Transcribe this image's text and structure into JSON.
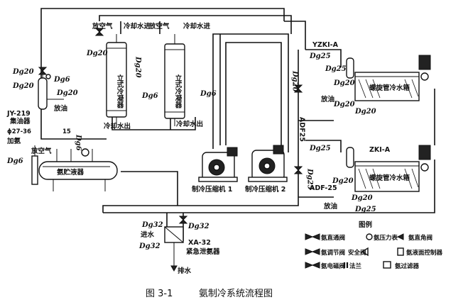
{
  "caption": {
    "number": "图 3-1",
    "title": "氨制冷系统流程图"
  },
  "labels": {
    "air_vent_1": "放空气",
    "water_in_1": "冷却水进",
    "air_vent_2": "放空气",
    "water_in_2": "冷却水进",
    "condenser_1": "立式冷凝器",
    "condenser_2": "立式冷凝器",
    "water_out": "冷却水出",
    "water_out_2": "冷却水出",
    "oil_separator_model": "JY-219",
    "oil_separator": "集油器",
    "oil_drain": "放油",
    "dim_27_36": "ϕ27-36",
    "dim_15": "15",
    "add_ammonia": "加氨",
    "air_vent_3": "放空气",
    "receiver": "氨贮液器",
    "compressor_1": "制冷压缩机 1",
    "compressor_2": "制冷压缩机 2",
    "evaporator_model_1": "YZKI-A",
    "evaporator_model_2": "ZKI-A",
    "evaporator_1": "螺旋管冷水箱",
    "evaporator_2": "螺旋管冷水箱",
    "adf25": "ADF25",
    "adf_25": "ADF-25",
    "drain_oil_1": "放油",
    "drain_oil_2": "放油",
    "water_inlet": "进水",
    "xa_model": "XA-32",
    "emergency_valve": "紧急泄氨器",
    "drain_water": "排水"
  },
  "dg_labels": {
    "d1": "Dg20",
    "d2": "Dg20",
    "d3": "Dg20",
    "d4": "Dg20",
    "d5": "Dg6",
    "d6": "Dg20",
    "d7": "Dg6",
    "d8": "Dg6",
    "d9": "Dg6",
    "d10": "Dg6",
    "d11": "Dg25",
    "d12": "Dg25",
    "d13": "Dg20",
    "d14": "Dg20",
    "d15": "Dg25",
    "d16": "Dg25",
    "d17": "Dg20",
    "d18": "Dg25",
    "d19": "Dg32",
    "d20": "Dg32",
    "d21": "Dg32",
    "d22": "Dg20",
    "d23": "Dg20",
    "d24": "Dg20"
  },
  "legend": {
    "title": "图例",
    "items": [
      "氨直通阀",
      "氨压力表",
      "氨直角阀",
      "氨调节阀",
      "安全阀",
      "氨液面控制器",
      "氨电磁阀",
      "法兰",
      "氨过滤器"
    ]
  }
}
